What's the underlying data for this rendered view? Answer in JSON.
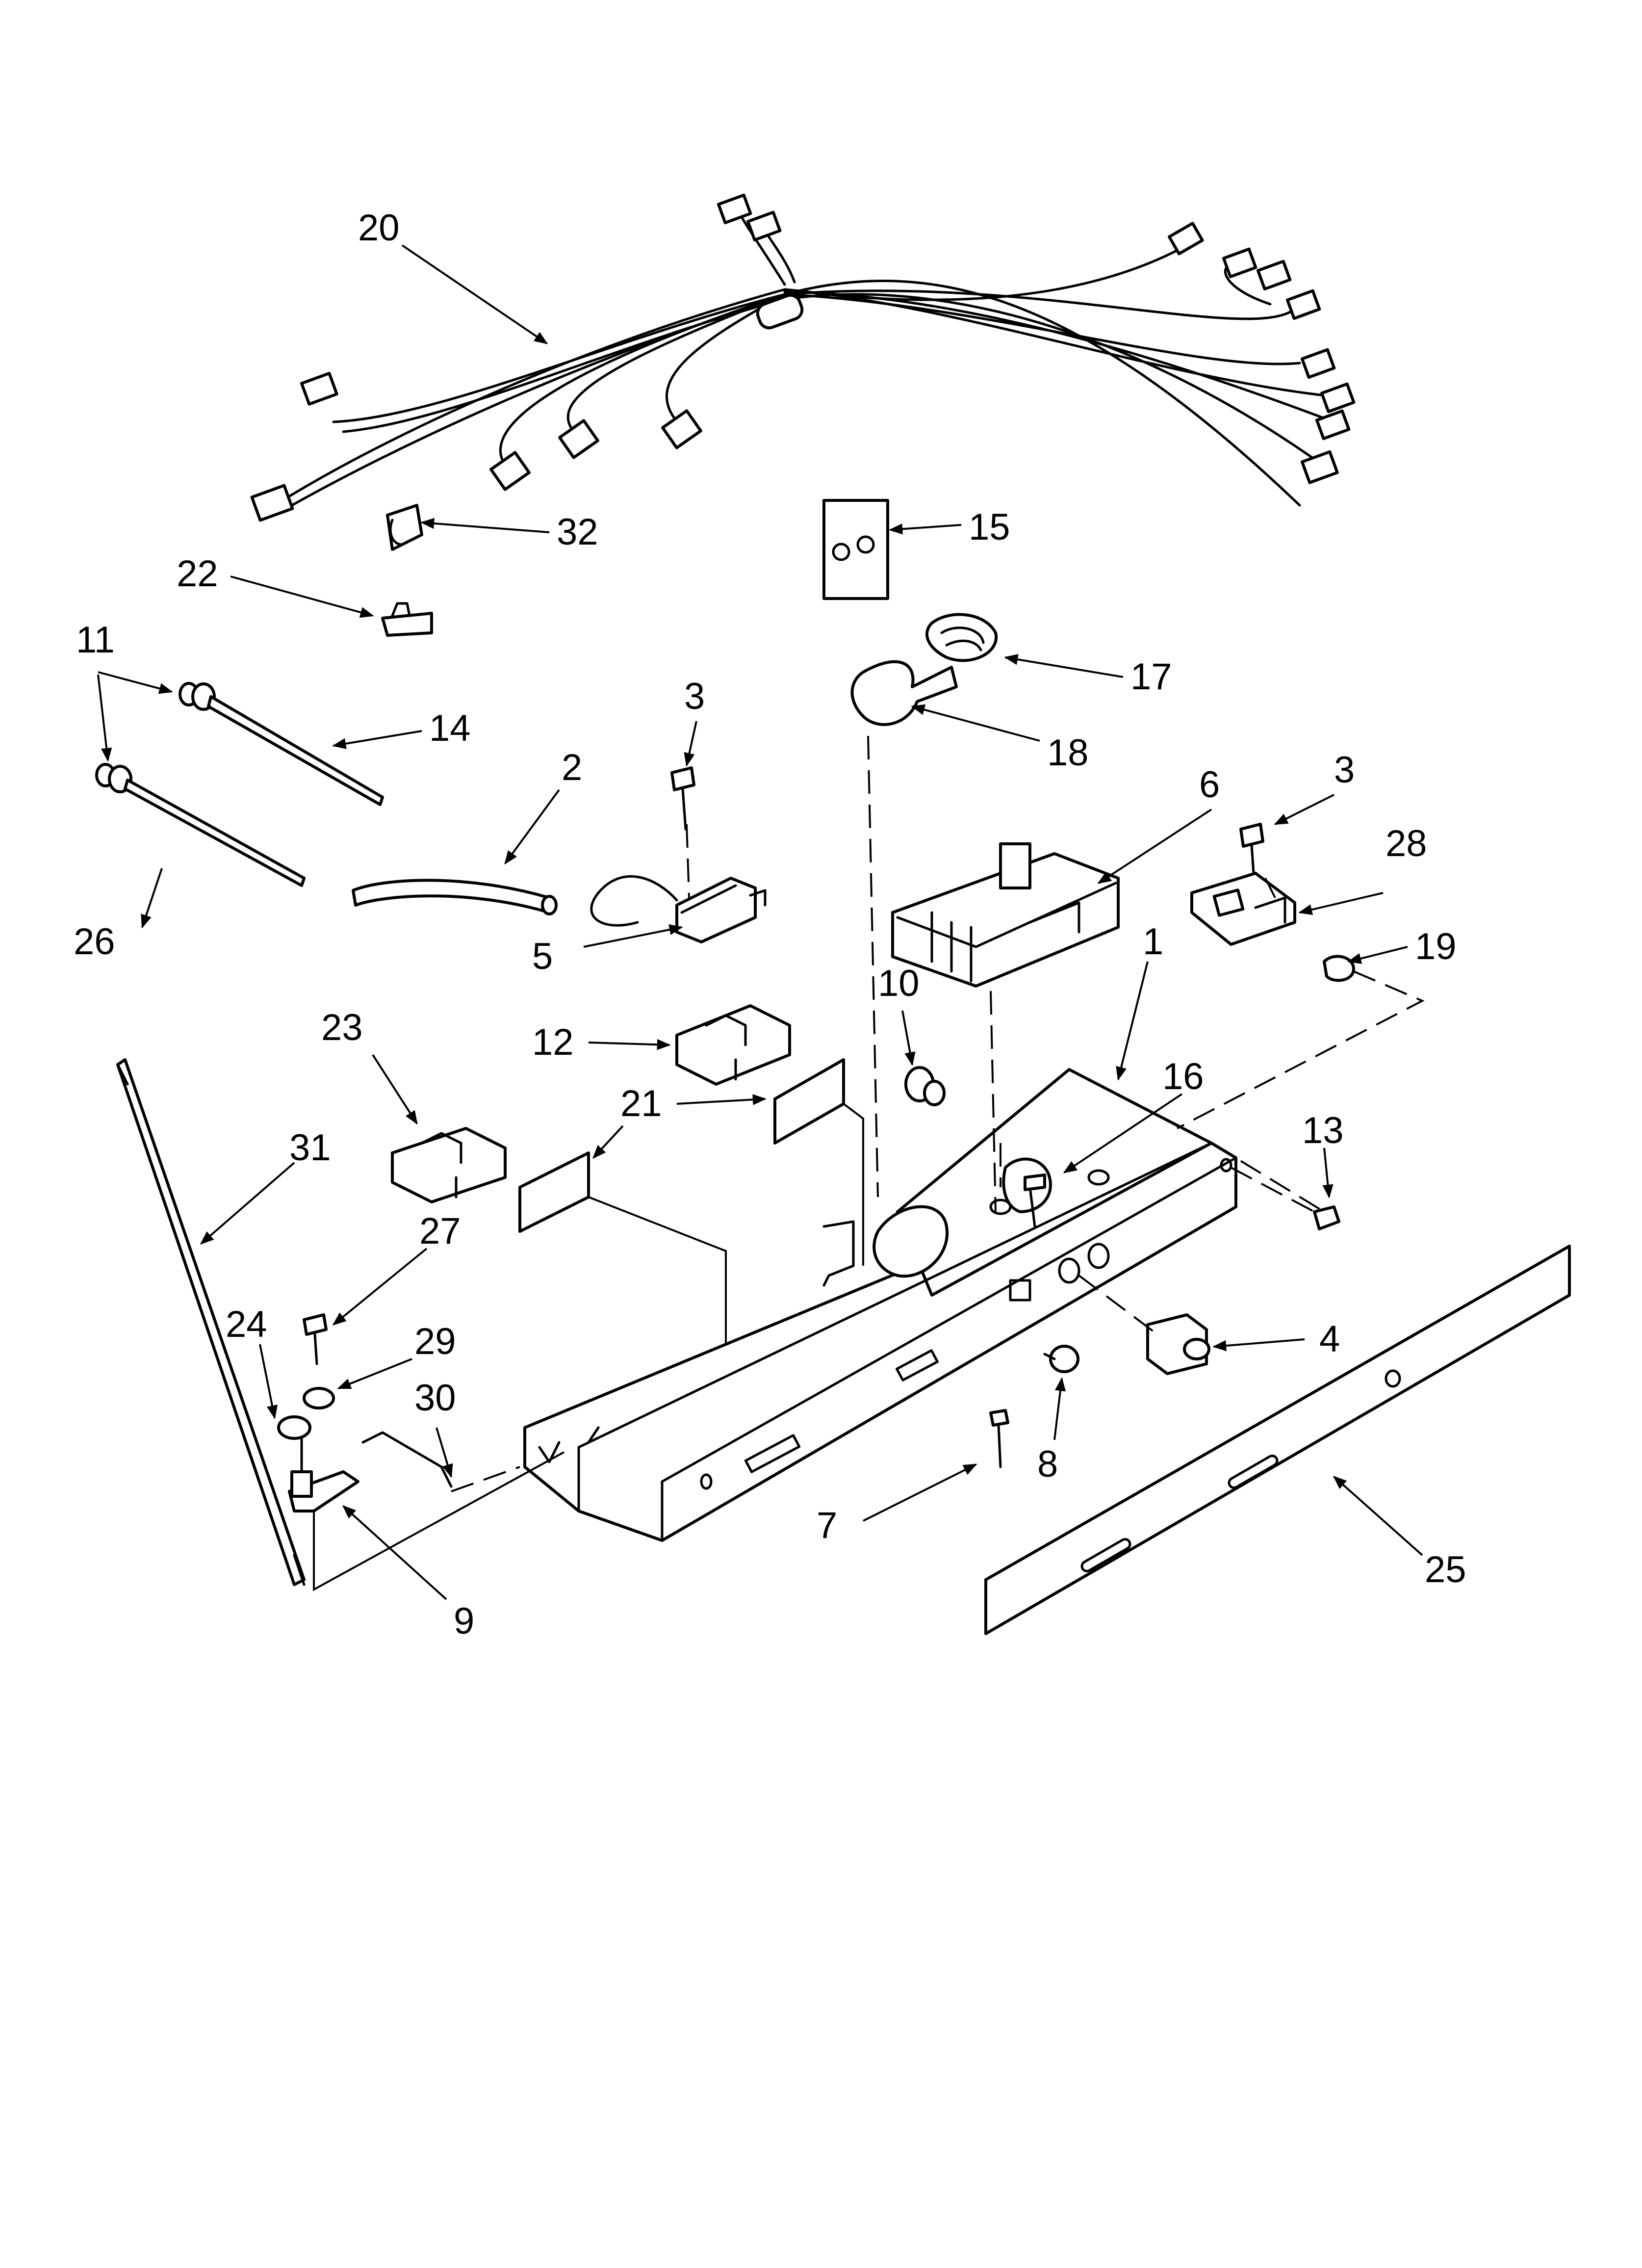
{
  "diagram": {
    "callouts": [
      {
        "id": "c20",
        "label": "20"
      },
      {
        "id": "c32",
        "label": "32"
      },
      {
        "id": "c15",
        "label": "15"
      },
      {
        "id": "c22",
        "label": "22"
      },
      {
        "id": "c11",
        "label": "11"
      },
      {
        "id": "c14",
        "label": "14"
      },
      {
        "id": "c17",
        "label": "17"
      },
      {
        "id": "c18",
        "label": "18"
      },
      {
        "id": "c3a",
        "label": "3"
      },
      {
        "id": "c2",
        "label": "2"
      },
      {
        "id": "c6",
        "label": "6"
      },
      {
        "id": "c3b",
        "label": "3"
      },
      {
        "id": "c28",
        "label": "28"
      },
      {
        "id": "c26",
        "label": "26"
      },
      {
        "id": "c5",
        "label": "5"
      },
      {
        "id": "c1",
        "label": "1"
      },
      {
        "id": "c19",
        "label": "19"
      },
      {
        "id": "c10",
        "label": "10"
      },
      {
        "id": "c23",
        "label": "23"
      },
      {
        "id": "c12",
        "label": "12"
      },
      {
        "id": "c16",
        "label": "16"
      },
      {
        "id": "c21",
        "label": "21"
      },
      {
        "id": "c13",
        "label": "13"
      },
      {
        "id": "c31",
        "label": "31"
      },
      {
        "id": "c27",
        "label": "27"
      },
      {
        "id": "c4",
        "label": "4"
      },
      {
        "id": "c24",
        "label": "24"
      },
      {
        "id": "c29",
        "label": "29"
      },
      {
        "id": "c30",
        "label": "30"
      },
      {
        "id": "c8",
        "label": "8"
      },
      {
        "id": "c7",
        "label": "7"
      },
      {
        "id": "c25",
        "label": "25"
      },
      {
        "id": "c9",
        "label": "9"
      }
    ]
  }
}
